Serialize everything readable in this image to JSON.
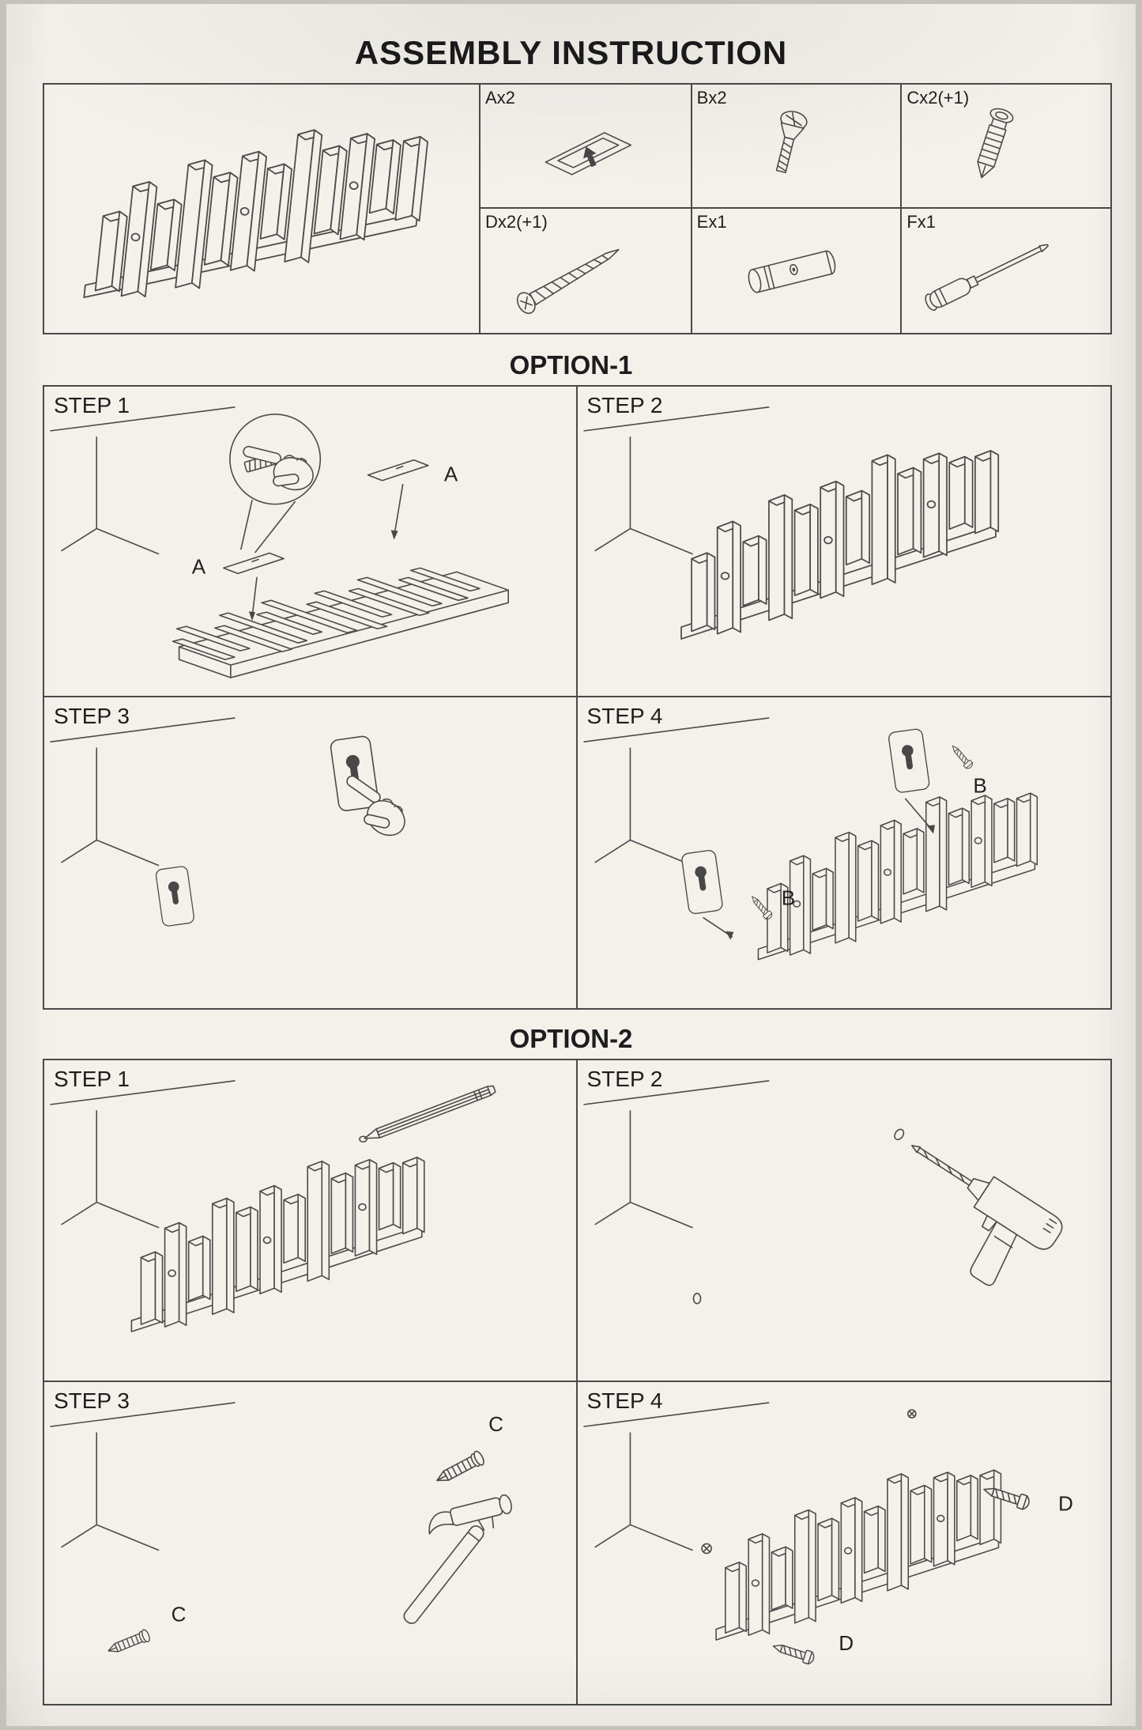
{
  "title": "ASSEMBLY INSTRUCTION",
  "parts": {
    "items": [
      {
        "label": "Ax2",
        "icon": "keyhole-bracket"
      },
      {
        "label": "Bx2",
        "icon": "machine-screw"
      },
      {
        "label": "Cx2(+1)",
        "icon": "wall-plug"
      },
      {
        "label": "Dx2(+1)",
        "icon": "wood-screw"
      },
      {
        "label": "Ex1",
        "icon": "spacer-dowel"
      },
      {
        "label": "Fx1",
        "icon": "screwdriver"
      }
    ]
  },
  "option1": {
    "heading": "OPTION-1",
    "steps": [
      {
        "label": "STEP 1",
        "annotations": [
          "A",
          "A"
        ]
      },
      {
        "label": "STEP 2",
        "annotations": []
      },
      {
        "label": "STEP 3",
        "annotations": []
      },
      {
        "label": "STEP 4",
        "annotations": [
          "B",
          "B"
        ]
      }
    ]
  },
  "option2": {
    "heading": "OPTION-2",
    "steps": [
      {
        "label": "STEP 1",
        "annotations": []
      },
      {
        "label": "STEP 2",
        "annotations": []
      },
      {
        "label": "STEP 3",
        "annotations": [
          "C",
          "C"
        ]
      },
      {
        "label": "STEP 4",
        "annotations": [
          "D",
          "D"
        ]
      }
    ]
  },
  "colors": {
    "line": "#4b4b4b",
    "paper": "#f3f1ea"
  }
}
